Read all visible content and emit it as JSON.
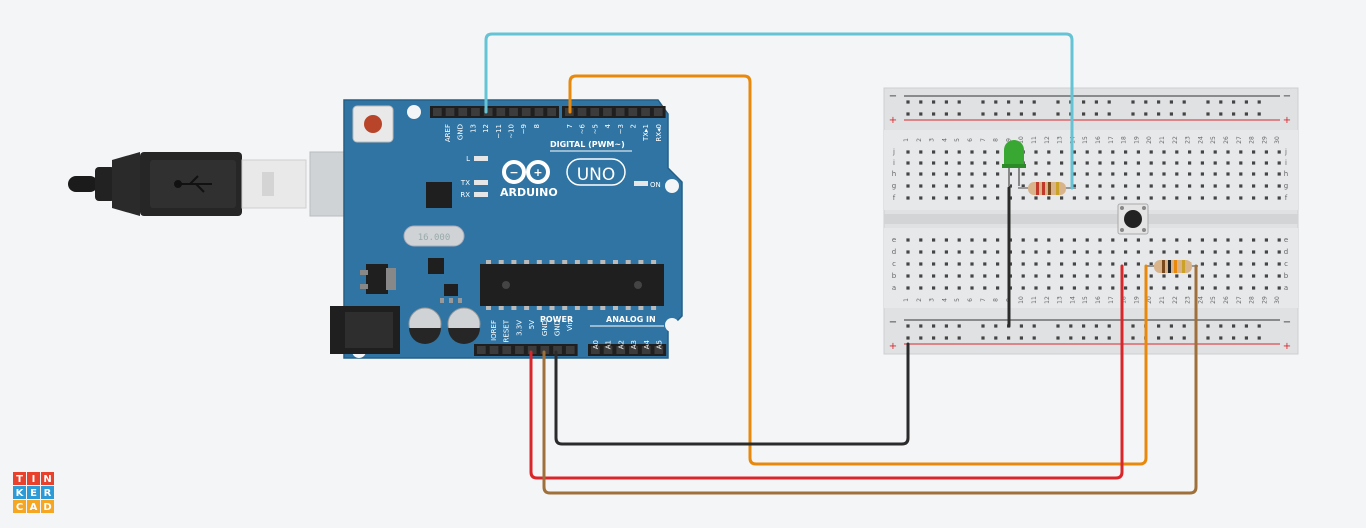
{
  "arduino": {
    "brand": "ARDUINO",
    "model": "UNO",
    "crystal_label": "16.000",
    "digital_header_label": "DIGITAL (PWM~)",
    "power_header_label": "POWER",
    "analog_header_label": "ANALOG IN",
    "led_labels": [
      "L",
      "TX",
      "RX"
    ],
    "on_label": "ON",
    "digital_top_pins": [
      "AREF",
      "GND",
      "13",
      "12",
      "~11",
      "~10",
      "~9",
      "8"
    ],
    "digital_bottom_pins": [
      "7",
      "~6",
      "~5",
      "4",
      "~3",
      "2",
      "TX▸1",
      "RX◂0"
    ],
    "power_pins": [
      "IOREF",
      "RESET",
      "3.3V",
      "5V",
      "GND",
      "GND",
      "Vin"
    ],
    "analog_pins": [
      "A0",
      "A1",
      "A2",
      "A3",
      "A4",
      "A5"
    ]
  },
  "breadboard": {
    "column_numbers": [
      "1",
      "2",
      "3",
      "4",
      "5",
      "6",
      "7",
      "8",
      "9",
      "10",
      "11",
      "12",
      "13",
      "14",
      "15",
      "16",
      "17",
      "18",
      "19",
      "20",
      "21",
      "22",
      "23",
      "24",
      "25",
      "26",
      "27",
      "28",
      "29",
      "30"
    ],
    "top_row_letters": [
      "j",
      "i",
      "h",
      "g",
      "f"
    ],
    "bottom_row_letters": [
      "e",
      "d",
      "c",
      "b",
      "a"
    ],
    "rail_minus": "−",
    "rail_plus": "+"
  },
  "wires": {
    "colors": {
      "pin13_to_resistor": "#64c3d4",
      "pin7_to_button": "#e8890c",
      "gnd_to_rail": "#2b2b2b",
      "v5_to_button": "#d9262b",
      "gnd_to_pulldown": "#a0703a"
    }
  },
  "logo": {
    "letters": [
      "T",
      "I",
      "N",
      "K",
      "E",
      "R",
      "C",
      "A",
      "D"
    ],
    "colors": [
      "#e8412c",
      "#e8412c",
      "#e8412c",
      "#2d9bd6",
      "#2d9bd6",
      "#2d9bd6",
      "#f5a623",
      "#f5a623",
      "#f5a623"
    ]
  }
}
